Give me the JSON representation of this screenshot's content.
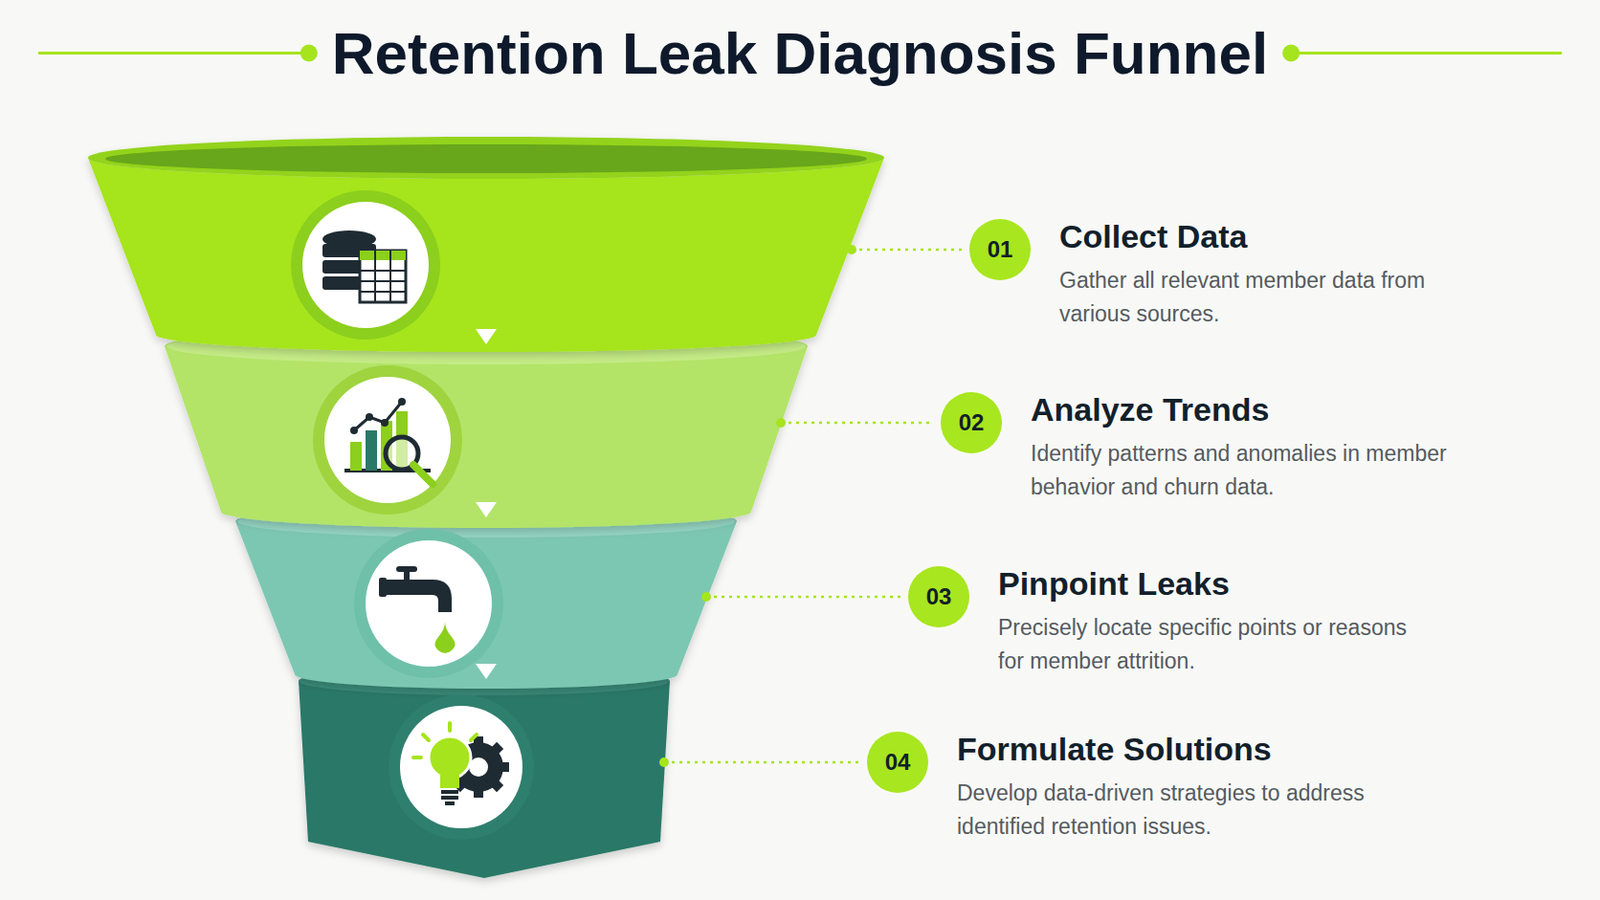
{
  "diagram": {
    "title": "Retention Leak Diagnosis Funnel",
    "nodes": [
      {
        "text": [
          "01",
          "Collect Data",
          "Gather all relevant member data from various sources."
        ]
      },
      {
        "text": [
          "02",
          "Analyze Trends",
          "Identify patterns and anomalies in member behavior and churn data."
        ]
      },
      {
        "text": [
          "03",
          "Pinpoint Leaks",
          "Precisely locate specific points or reasons for member attrition."
        ]
      },
      {
        "text": [
          "04",
          "Formulate Solutions",
          "Develop data-driven strategies to address identified retention issues."
        ]
      }
    ]
  }
}
